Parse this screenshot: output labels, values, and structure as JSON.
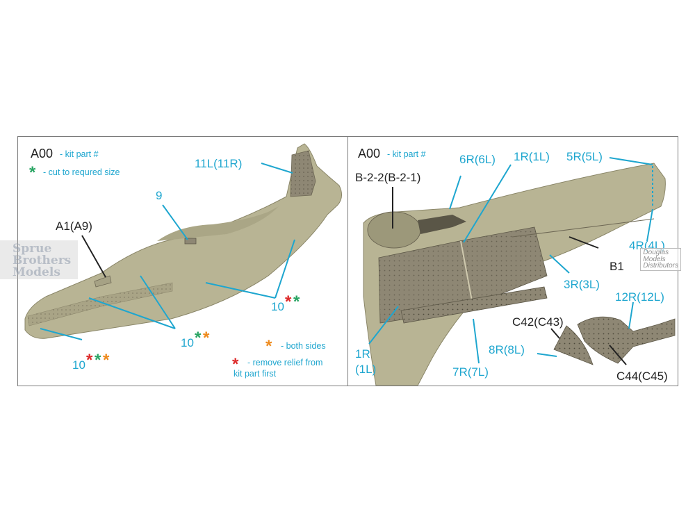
{
  "colors": {
    "label_blue": "#1ea6cf",
    "star_green": "#2aa564",
    "star_orange": "#ee8a1c",
    "star_red": "#dd2a2a",
    "aircraft_olive": "#b8b494",
    "pe_part": "#8e8774"
  },
  "left_panel": {
    "legend": {
      "code": "A00",
      "code_desc": "- kit part #",
      "cut_desc": "- cut to requred size",
      "both_desc": "- both sides",
      "remove_desc_line1": "- remove relief from",
      "remove_desc_line2": "kit part first"
    },
    "labels": {
      "tail": "11L(11R)",
      "nine": "9",
      "a1": "A1(A9)",
      "ten_a": "10",
      "ten_b": "10",
      "ten_c": "10"
    },
    "star_glyph": "*"
  },
  "right_panel": {
    "legend": {
      "code": "A00",
      "code_desc": "- kit part #"
    },
    "labels": {
      "b22": "B-2-2(B-2-1)",
      "six": "6R(6L)",
      "one_top": "1R(1L)",
      "five": "5R(5L)",
      "four": "4R(4L)",
      "b1": "B1",
      "three": "3R(3L)",
      "twelve": "12R(12L)",
      "c42": "C42(C43)",
      "eight": "8R(8L)",
      "c44": "C44(C45)",
      "seven": "7R(7L)",
      "one_bottom_1": "1R",
      "one_bottom_2": "(1L)"
    }
  },
  "watermarks": {
    "sprue_1": "Sprue",
    "sprue_2": "Brothers",
    "sprue_3": "Models",
    "douglas_1": "Douglas",
    "douglas_2": "Models",
    "douglas_3": "Distributors"
  }
}
